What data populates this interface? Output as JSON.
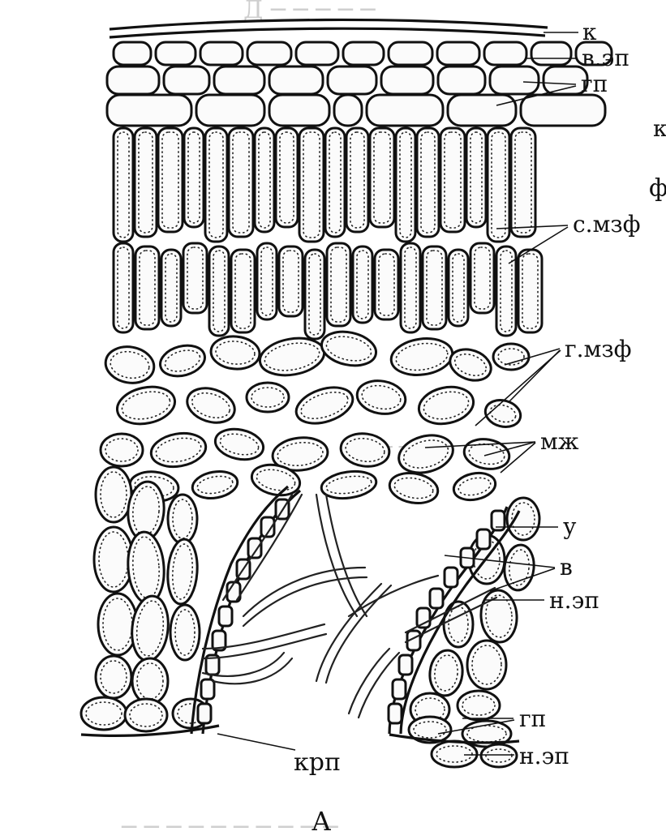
{
  "labels": {
    "k": "к",
    "v_ep": "в.эп",
    "gp_top": "гп",
    "s_mzf": "с.мзф",
    "g_mzf": "г.мзф",
    "mzh": "мж",
    "u": "у",
    "v": "в",
    "n_ep_mid": "н.эп",
    "gp_bottom": "гп",
    "n_ep_bottom": "н.эп",
    "krp": "крп",
    "panel": "А"
  },
  "edge_fragments": {
    "right_1": "к",
    "right_2": "ф"
  }
}
